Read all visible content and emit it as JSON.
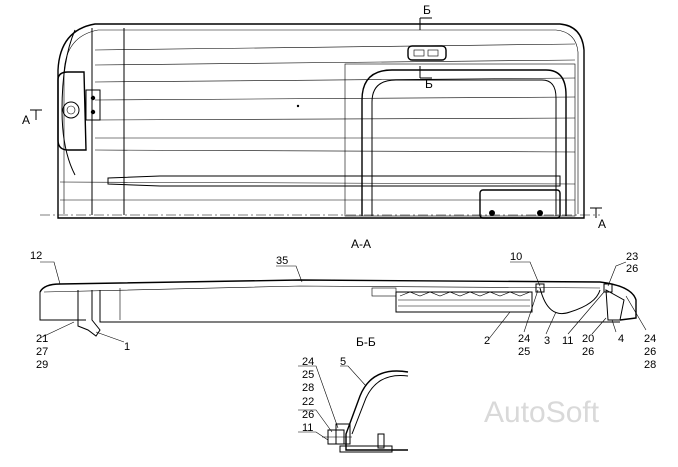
{
  "diagram": {
    "section_marks": {
      "b_top": "Б",
      "b_mid": "Б",
      "a_left": "А",
      "a_right": "А"
    },
    "view_titles": {
      "section_aa": "А-А",
      "section_bb": "Б-Б"
    },
    "callouts": {
      "c12": "12",
      "c35": "35",
      "c10": "10",
      "c23": "23",
      "c26a": "26",
      "c21": "21",
      "c27": "27",
      "c29": "29",
      "c1": "1",
      "c2": "2",
      "c24a": "24",
      "c25a": "25",
      "c3": "3",
      "c11a": "11",
      "c20": "20",
      "c26b": "26",
      "c4": "4",
      "c24b": "24",
      "c26c": "26",
      "c28a": "28",
      "c24c": "24",
      "c25b": "25",
      "c28b": "28",
      "c5": "5",
      "c22": "22",
      "c26d": "26",
      "c11b": "11"
    },
    "watermark": "AutoSoft"
  }
}
